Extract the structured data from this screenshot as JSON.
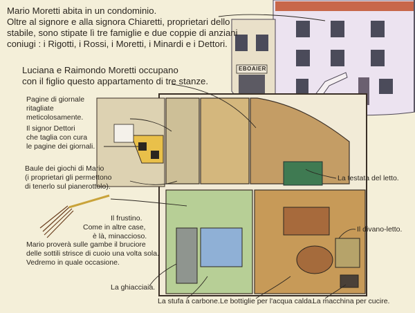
{
  "intro": {
    "line1": "Mario Moretti abita in un condominio.",
    "line2": "Oltre al signore e alla signora Chiaretti, proprietari dello",
    "line3": "stabile, sono stipate lì tre famiglie e due coppie di anziani",
    "line4": "coniugi : i Rigotti, i Rossi, i Moretti, i Minardi e i Dettori."
  },
  "intro2": {
    "line1": "Luciana e Raimondo Moretti occupano",
    "line2": "con il figlio questo appartamento di tre stanze."
  },
  "labels": {
    "pagine_1": "Pagine di giornale",
    "pagine_2": "ritagliate",
    "pagine_3": "meticolosamente.",
    "dettori_1": "Il signor Dettori",
    "dettori_2": "che taglia con cura",
    "dettori_3": "le pagine dei giornali.",
    "baule_1": "Baule dei giochi di Mario",
    "baule_2": "(i proprietari gli permettono",
    "baule_3": "di tenerlo sul pianerottolo).",
    "testata": "La testata del letto.",
    "frustino_1": "Il frustino.",
    "frustino_2": "Come in altre case,",
    "frustino_3": "è là, minaccioso.",
    "mario_1": "Mario proverà sulle gambe il bruciore",
    "mario_2": "delle sottili strisce di cuoio una volta sola.",
    "mario_3": "Vedremo in quale occasione.",
    "divano": "Il divano-letto.",
    "ghiacciaia": "La ghiacciaia.",
    "stufa": "La stufa a carbone.",
    "bottiglie": "Le bottiglie per l'acqua calda.",
    "macchina": "La macchina per cucire.",
    "shop_sign": "EBOAIER"
  },
  "colors": {
    "paper": "#f4efd9",
    "ink": "#2b2620",
    "wall_facade": "#ece3f0",
    "roof": "#c8674a",
    "floor_wood": "#c79a58",
    "kitchen_green": "#b7cf96",
    "bedroom_green": "#3f7a52"
  }
}
